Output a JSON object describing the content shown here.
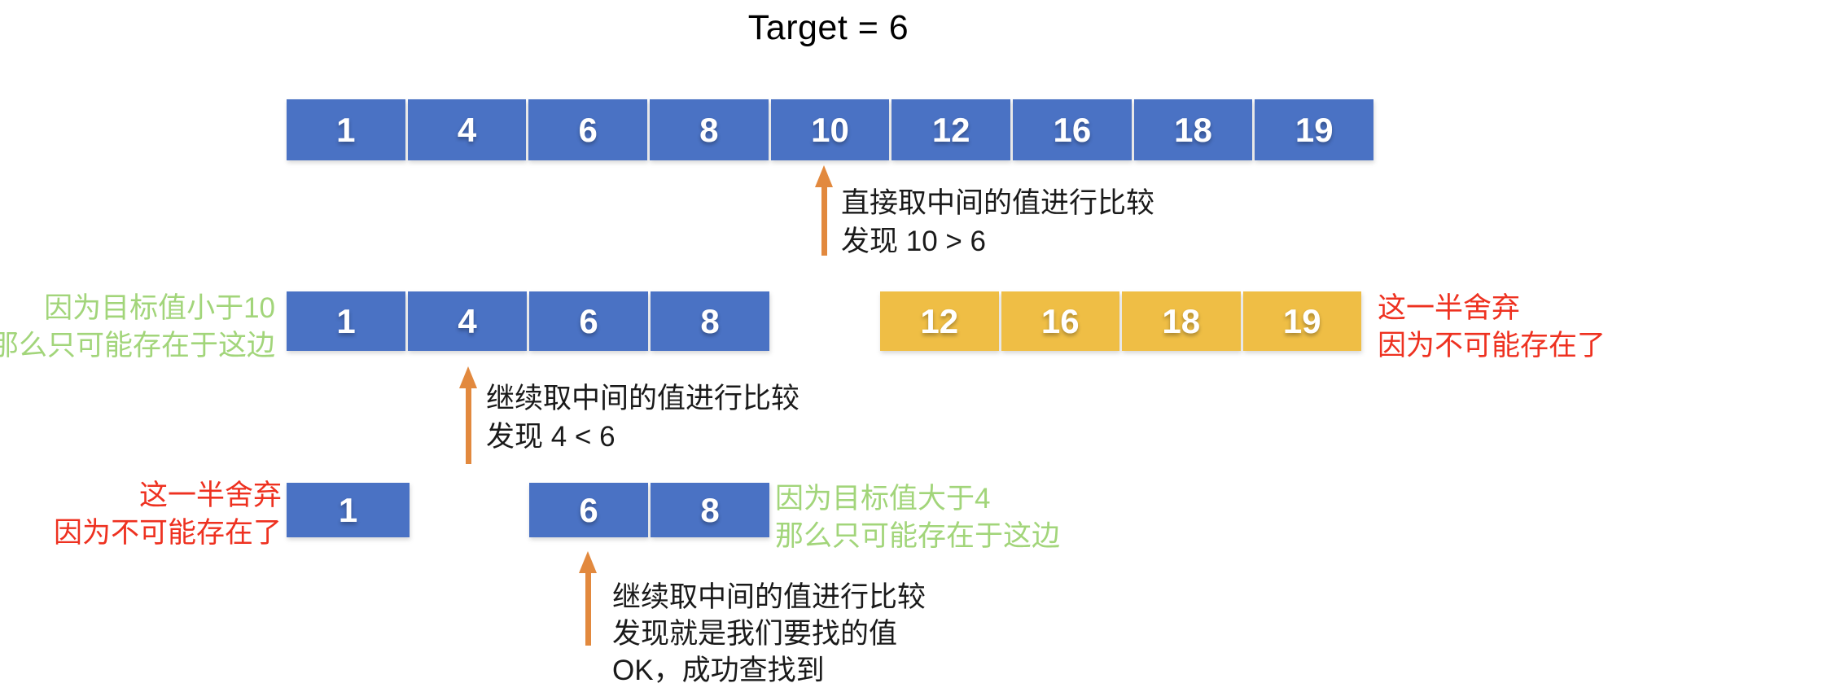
{
  "title": "Target = 6",
  "colors": {
    "array_blue": "#4A72C4",
    "discard_yellow": "#EFBE45",
    "arrow_orange": "#E2893E",
    "note_green": "#A2D57A",
    "note_red": "#EE3120",
    "annotation_black": "#1A1A1A"
  },
  "step1": {
    "array": [
      "1",
      "4",
      "6",
      "8",
      "10",
      "12",
      "16",
      "18",
      "19"
    ],
    "note": [
      "直接取中间的值进行比较",
      "发现 10 > 6"
    ]
  },
  "step2": {
    "kept": [
      "1",
      "4",
      "6",
      "8"
    ],
    "discarded": [
      "12",
      "16",
      "18",
      "19"
    ],
    "keep_note": [
      "因为目标值小于10",
      "那么只可能存在于这边"
    ],
    "discard_note": [
      "这一半舍弃",
      "因为不可能存在了"
    ],
    "note": [
      "继续取中间的值进行比较",
      "发现 4 < 6"
    ]
  },
  "step3": {
    "discarded": [
      "1"
    ],
    "kept": [
      "6",
      "8"
    ],
    "discard_note": [
      "这一半舍弃",
      "因为不可能存在了"
    ],
    "keep_note": [
      "因为目标值大于4",
      "那么只可能存在于这边"
    ],
    "note": [
      "继续取中间的值进行比较",
      "发现就是我们要找的值",
      "OK，成功查找到"
    ]
  }
}
